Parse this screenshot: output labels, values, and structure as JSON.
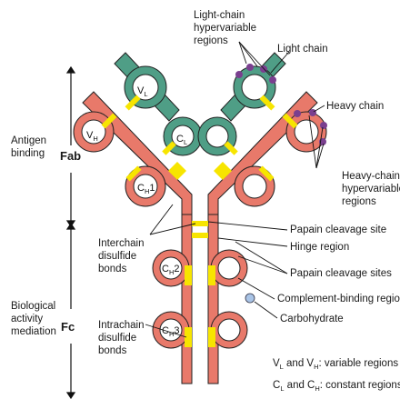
{
  "colors": {
    "heavy_chain": "#e8796a",
    "light_chain": "#4f9e86",
    "disulfide": "#f7e500",
    "hypervariable": "#7a3f8f",
    "carbohydrate": "#a9c4e6",
    "line": "#111111"
  },
  "left_labels": {
    "antigen_binding": [
      "Antigen",
      "binding"
    ],
    "fab": "Fab",
    "biological_activity": [
      "Biological",
      "activity",
      "mediation"
    ],
    "fc": "Fc"
  },
  "domains": {
    "vl": {
      "main": "V",
      "sub": "L"
    },
    "vh": {
      "main": "V",
      "sub": "H"
    },
    "cl": {
      "main": "C",
      "sub": "L"
    },
    "ch1": {
      "main": "C",
      "sub": "H",
      "suffix": "1"
    },
    "ch2": {
      "main": "C",
      "sub": "H",
      "suffix": "2"
    },
    "ch3": {
      "main": "C",
      "sub": "H",
      "suffix": "3"
    }
  },
  "annotations": {
    "light_chain_hypervariable": [
      "Light-chain",
      "hypervariable",
      "regions"
    ],
    "light_chain": "Light chain",
    "heavy_chain": "Heavy chain",
    "heavy_chain_hypervariable": [
      "Heavy-chain",
      "hypervariable",
      "regions"
    ],
    "papain_cleavage_site": "Papain cleavage site",
    "hinge_region": "Hinge region",
    "papain_cleavage_sites": "Papain cleavage sites",
    "complement_binding_region": "Complement-binding region",
    "carbohydrate": "Carbohydrate",
    "interchain_disulfide": [
      "Interchain",
      "disulfide",
      "bonds"
    ],
    "intrachain_disulfide": [
      "Intrachain",
      "disulfide",
      "bonds"
    ]
  },
  "legend": {
    "variable": {
      "a": "V",
      "a_sub": "L",
      "mid": " and V",
      "b_sub": "H",
      "rest": ": variable regions"
    },
    "constant": {
      "a": "C",
      "a_sub": "L",
      "mid": " and C",
      "b_sub": "H",
      "rest": ": constant regions"
    }
  }
}
